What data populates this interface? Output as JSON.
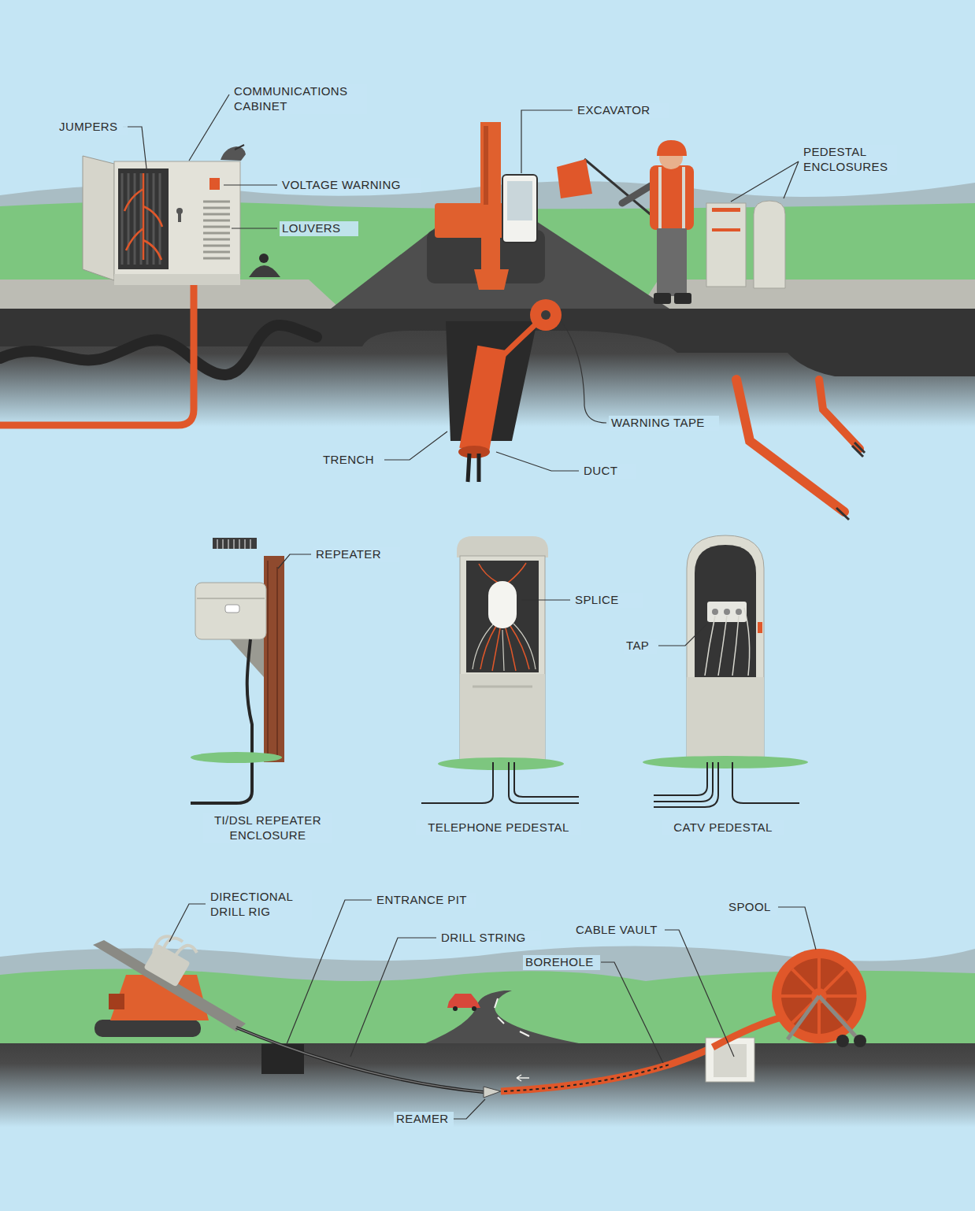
{
  "diagram": {
    "labels": [
      "JUMPERS",
      "COMMUNICATIONS CABINET",
      "VOLTAGE WARNING",
      "LOUVERS",
      "EXCAVATOR",
      "PEDESTAL ENCLOSURES",
      "WARNING TAPE",
      "TRENCH",
      "DUCT",
      "REPEATER",
      "SPLICE",
      "TAP",
      "TI/DSL REPEATER ENCLOSURE",
      "TELEPHONE PEDESTAL",
      "CATV PEDESTAL",
      "DIRECTIONAL DRILL RIG",
      "ENTRANCE PIT",
      "DRILL STRING",
      "CABLE VAULT",
      "SPOOL",
      "BOREHOLE",
      "REAMER"
    ]
  }
}
